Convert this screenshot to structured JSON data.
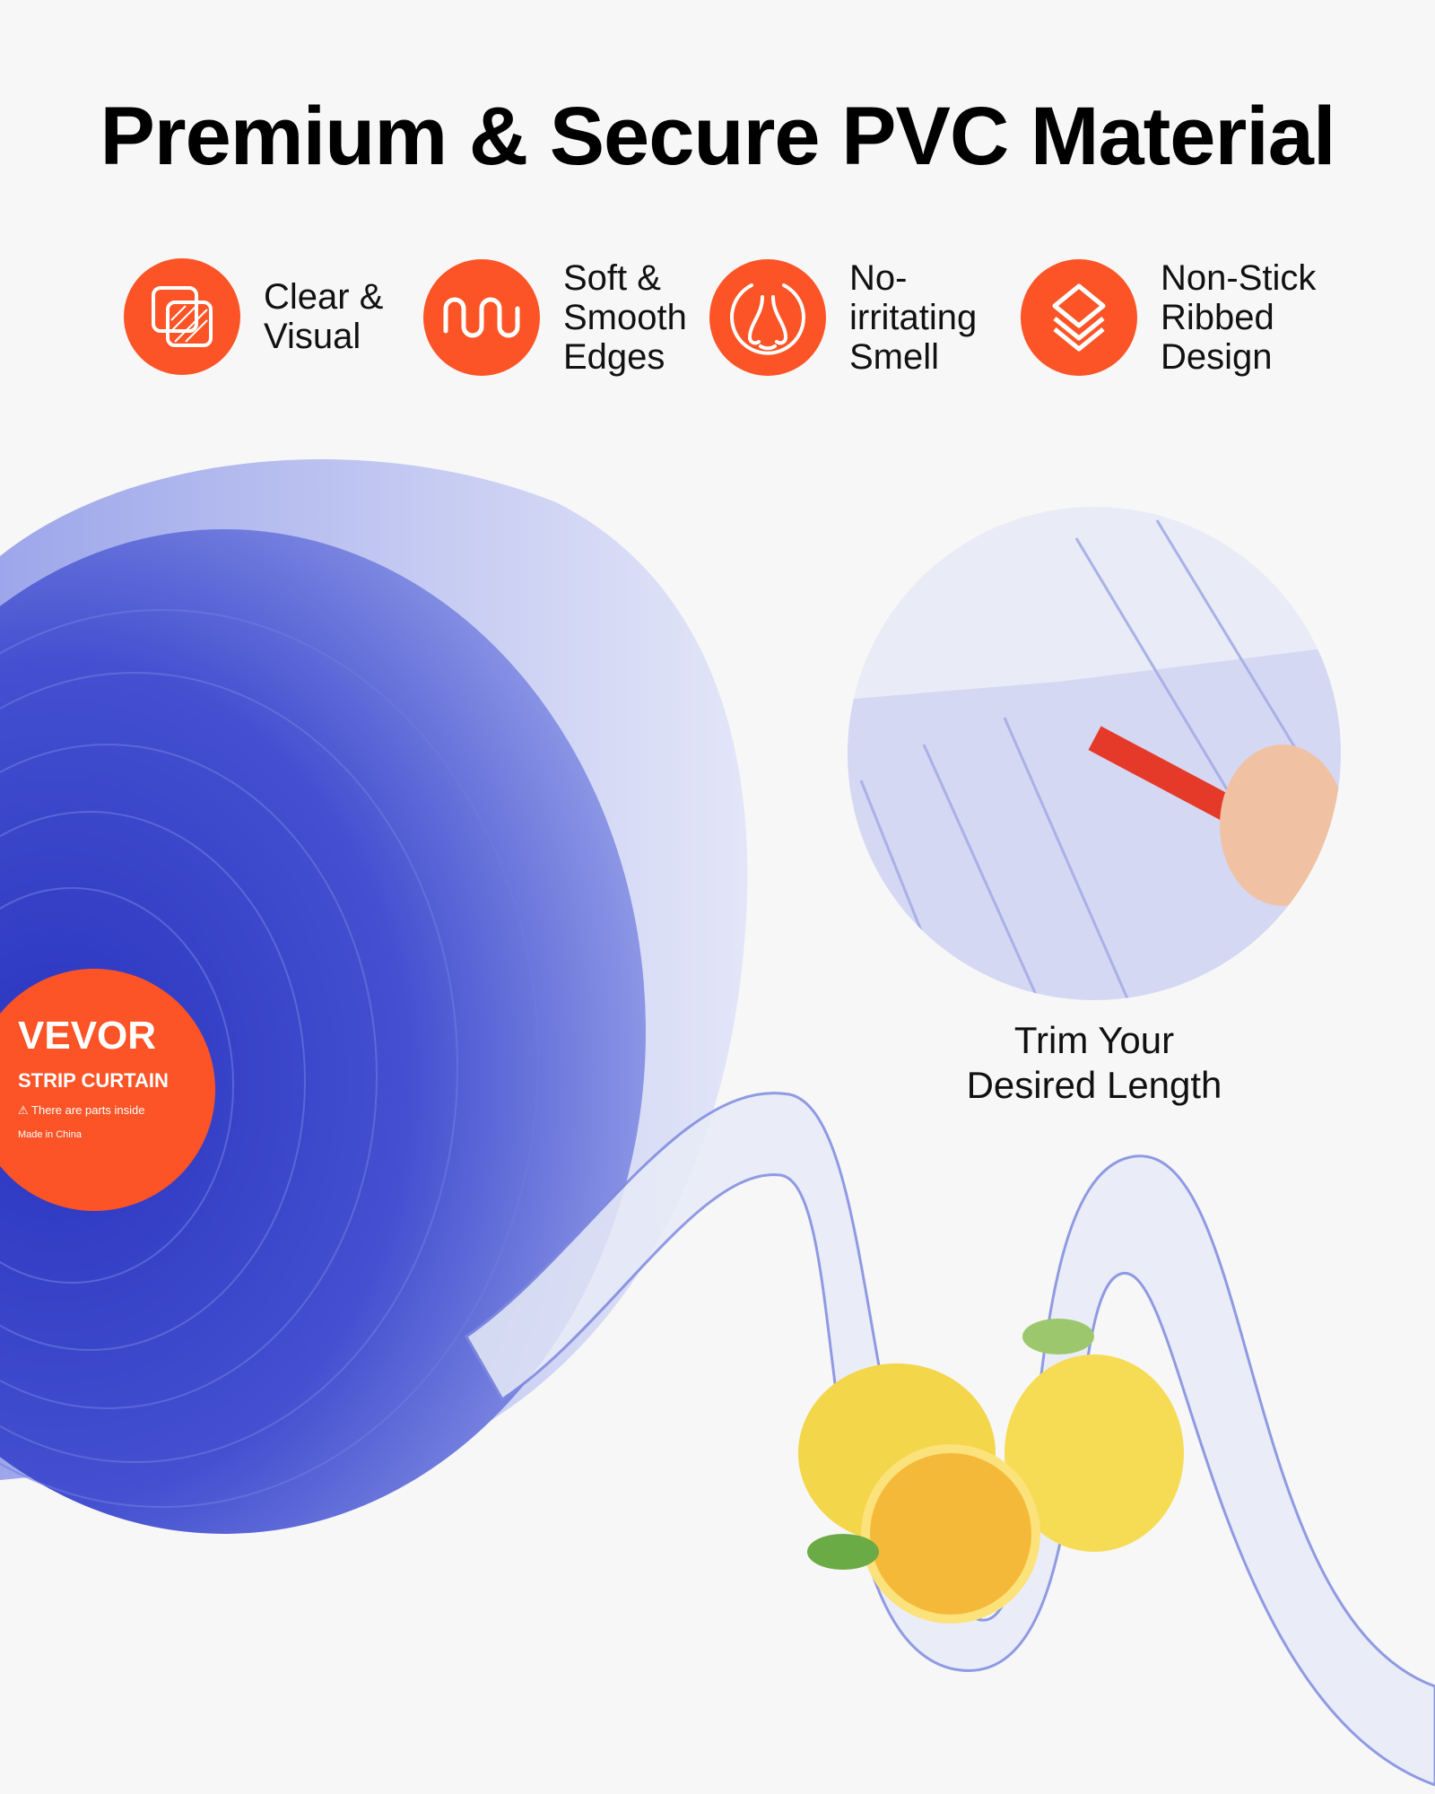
{
  "title": "Premium & Secure PVC Material",
  "features": [
    {
      "icon": "clear-layers-icon",
      "label": "Clear &\nVisual"
    },
    {
      "icon": "wave-icon",
      "label": "Soft &\nSmooth\nEdges"
    },
    {
      "icon": "nose-icon",
      "label": "No-\nirritating\nSmell"
    },
    {
      "icon": "stacked-layers-icon",
      "label": "Non-Stick\nRibbed\nDesign"
    }
  ],
  "caption": "Trim Your\nDesired Length",
  "product_label": {
    "brand": "VEVOR",
    "product": "STRIP CURTAIN",
    "warning": "There are parts inside",
    "origin": "Made in China"
  },
  "colors": {
    "accent": "#fc5426",
    "roll": "#3a45c8",
    "background": "#f7f7f7"
  }
}
